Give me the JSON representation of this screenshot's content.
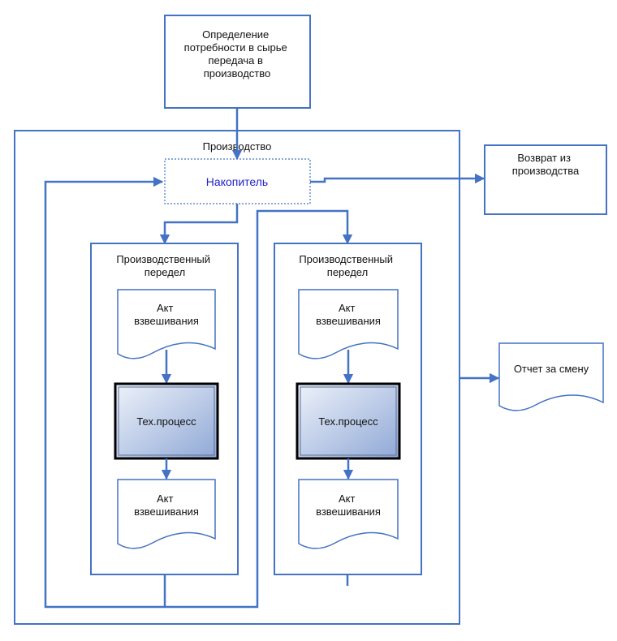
{
  "nodes": {
    "requirement": {
      "lines": [
        "Определение",
        "потребности в сырье",
        "передача в",
        "производство"
      ]
    },
    "production": {
      "label": "Производство"
    },
    "accumulator": {
      "label": "Накопитель"
    },
    "return": {
      "lines": [
        "Возврат из",
        "производства"
      ]
    },
    "shift_report": {
      "label": "Отчет за смену"
    },
    "areas": [
      {
        "title": [
          "Производственный",
          "передел"
        ],
        "act_in": [
          "Акт",
          "взвешивания"
        ],
        "process": "Тех.процесс",
        "act_out": [
          "Акт",
          "взвешивания"
        ]
      },
      {
        "title": [
          "Производственный",
          "передел"
        ],
        "act_in": [
          "Акт",
          "взвешивания"
        ],
        "process": "Тех.процесс",
        "act_out": [
          "Акт",
          "взвешивания"
        ]
      }
    ]
  },
  "colors": {
    "line": "#4472c4",
    "process_fill": "#b8c8e6",
    "accumulator_text": "#2222cc"
  }
}
